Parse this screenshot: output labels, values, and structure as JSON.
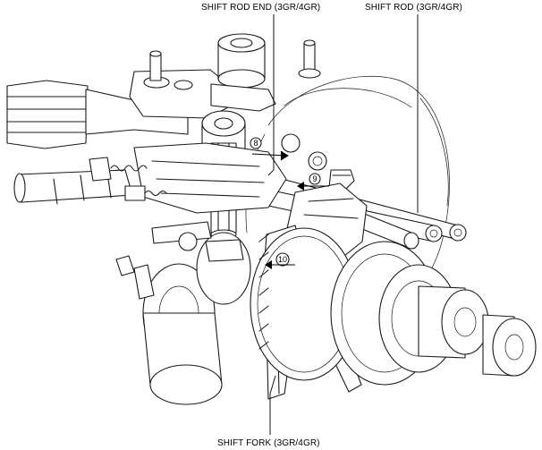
{
  "callouts": {
    "shift_rod_end": "SHIFT ROD END (3GR/4GR)",
    "shift_rod": "SHIFT ROD (3GR/4GR)",
    "shift_fork": "SHIFT FORK (3GR/4GR)"
  },
  "steps": {
    "step_8": "8",
    "step_9": "9",
    "step_10": "10"
  }
}
